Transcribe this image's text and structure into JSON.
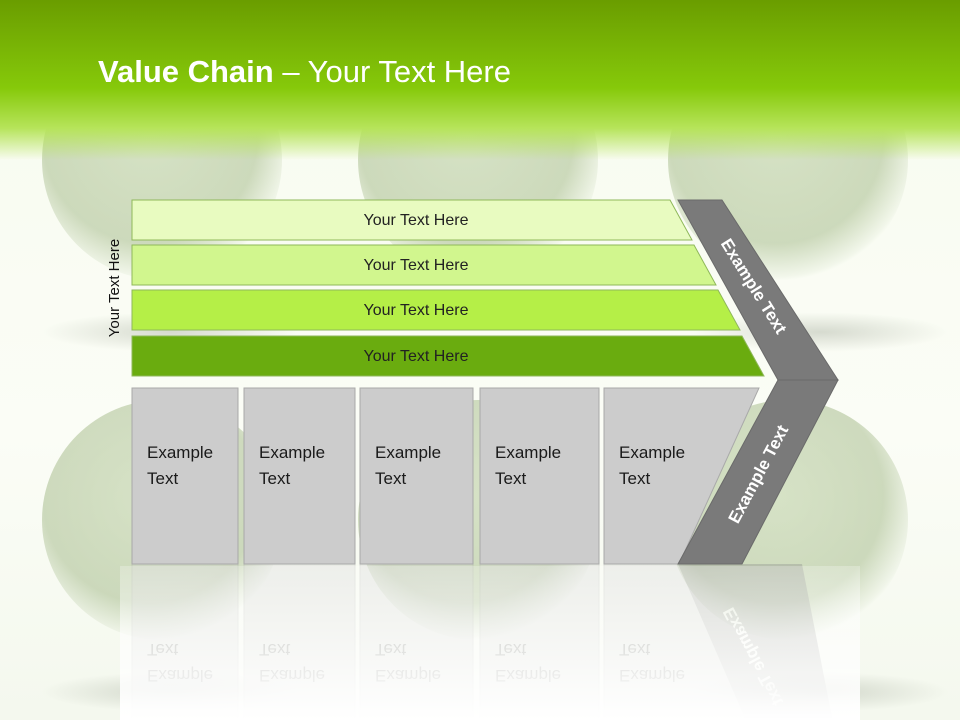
{
  "slide": {
    "title_bold": "Value Chain",
    "title_rest": " – Your Text Here",
    "vertical_label": "Your Text Here"
  },
  "rows": [
    {
      "label": "Your Text Here",
      "fill": "#e8fbc0"
    },
    {
      "label": "Your Text Here",
      "fill": "#d1f68e"
    },
    {
      "label": "Your Text Here",
      "fill": "#b5ef47"
    },
    {
      "label": "Your Text Here",
      "fill": "#6aac0f"
    }
  ],
  "boxes": [
    {
      "line1": "Example",
      "line2": "Text"
    },
    {
      "line1": "Example",
      "line2": "Text"
    },
    {
      "line1": "Example",
      "line2": "Text"
    },
    {
      "line1": "Example",
      "line2": "Text"
    },
    {
      "line1": "Example",
      "line2": "Text"
    }
  ],
  "chevron": {
    "upper_label": "Example Text",
    "lower_label": "Example Text",
    "fill": "#7a7a7a"
  },
  "colors": {
    "header_green": "#7cbd05",
    "box_fill": "#cccccc"
  }
}
